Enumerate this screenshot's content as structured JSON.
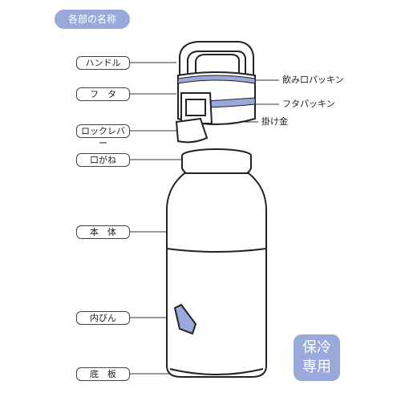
{
  "title": "各部の名称",
  "labels_left": {
    "handle": "ハンドル",
    "lid": "フ　タ",
    "lock_lever": "ロックレバー",
    "mouth_ring": "口がね",
    "body": "本　体",
    "inner_tab": "内びん",
    "bottom": "底　板"
  },
  "labels_right": {
    "drink_packing": "飲み口パッキン",
    "lid_packing": "フタパッキン",
    "hook": "掛け金"
  },
  "badge": {
    "line1": "保冷",
    "line2": "専用"
  },
  "colors": {
    "accent": "#9aa9dc",
    "outline": "#222222",
    "packing": "#8f9fd8"
  }
}
